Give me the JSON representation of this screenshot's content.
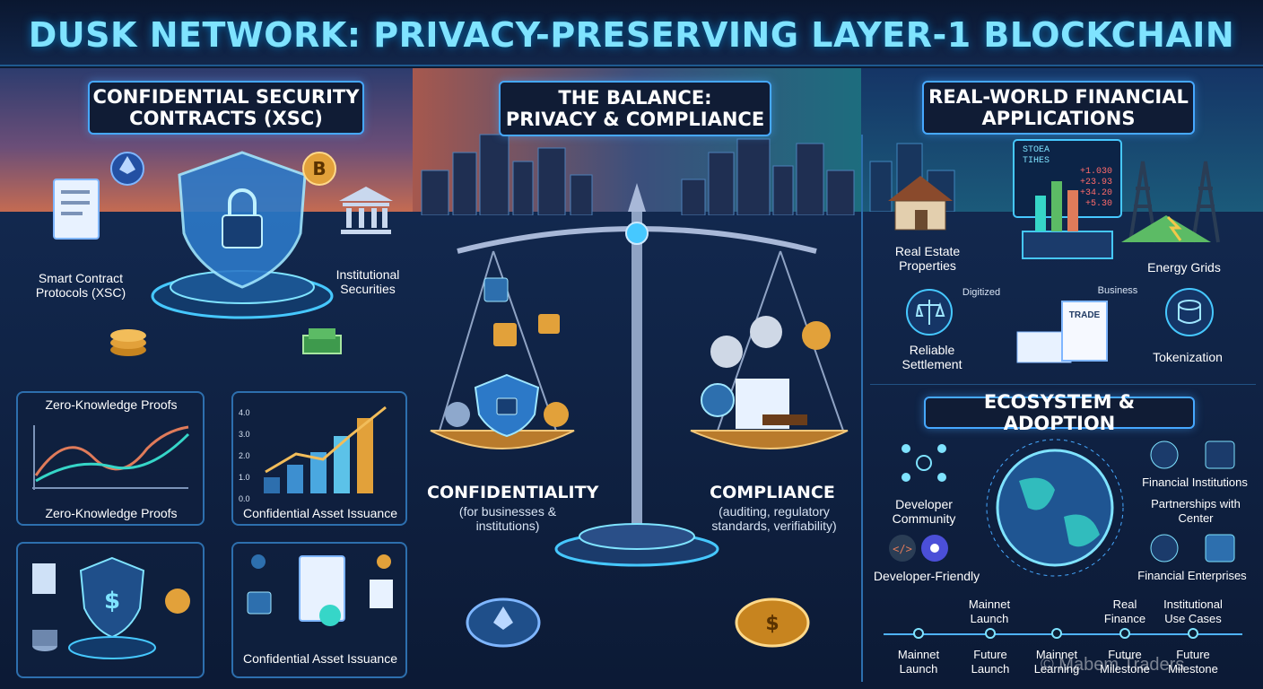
{
  "title": "DUSK NETWORK: PRIVACY-PRESERVING LAYER-1 BLOCKCHAIN",
  "sections": {
    "xsc": "CONFIDENTIAL SECURITY CONTRACTS (XSC)",
    "balance_line1": "THE BALANCE:",
    "balance_line2": "PRIVACY & COMPLIANCE",
    "realworld_line1": "REAL-WORLD FINANCIAL",
    "realworld_line2": "APPLICATIONS",
    "ecosystem": "ECOSYSTEM & ADOPTION"
  },
  "left": {
    "smart_contract": "Smart Contract Protocols (XSC)",
    "institutional": "Institutional Securities",
    "zkp_top": "Zero-Knowledge Proofs",
    "zkp_bottom": "Zero-Knowledge Proofs",
    "chart_ticks": [
      "4.0",
      "3.0",
      "2.0",
      "1.0",
      "0.0"
    ],
    "issuance_top": "Confidential Asset Issuance",
    "issuance_bottom": "Confidential Asset Issuance"
  },
  "middle": {
    "confidentiality": "CONFIDENTIALITY",
    "confidentiality_sub": "(for businesses & institutions)",
    "compliance": "COMPLIANCE",
    "compliance_sub": "(auditing, regulatory standards, verifiability)"
  },
  "right": {
    "real_estate": "Real Estate Properties",
    "energy": "Energy Grids",
    "settlement": "Reliable Settlement",
    "tokenization": "Tokenization",
    "digitized": "Digitized",
    "business": "Business",
    "trade": "TRADE",
    "monitor_lines": [
      "STOEA",
      "TIHES",
      "+1.030",
      "+23.93",
      "+34.20",
      "+5.30"
    ]
  },
  "ecosystem": {
    "developer_community": "Developer Community",
    "developer_friendly": "Developer-Friendly",
    "financial_institutions": "Financial Institutions",
    "partnerships": "Partnerships with Center",
    "financial_enterprises": "Financial Enterprises",
    "timeline_top": [
      "Mainnet Launch",
      "Real Finance",
      "Institutional Use Cases"
    ],
    "timeline_bottom": [
      "Mainnet Launch",
      "Future Launch",
      "Mainnet Learning",
      "Future Milestone",
      "Future Milestone"
    ],
    "watermark": "© Mabem Traders"
  },
  "colors": {
    "accent": "#46a8ff",
    "title": "#7fe3ff",
    "gold": "#e2a13a",
    "teal": "#36d6c8"
  }
}
